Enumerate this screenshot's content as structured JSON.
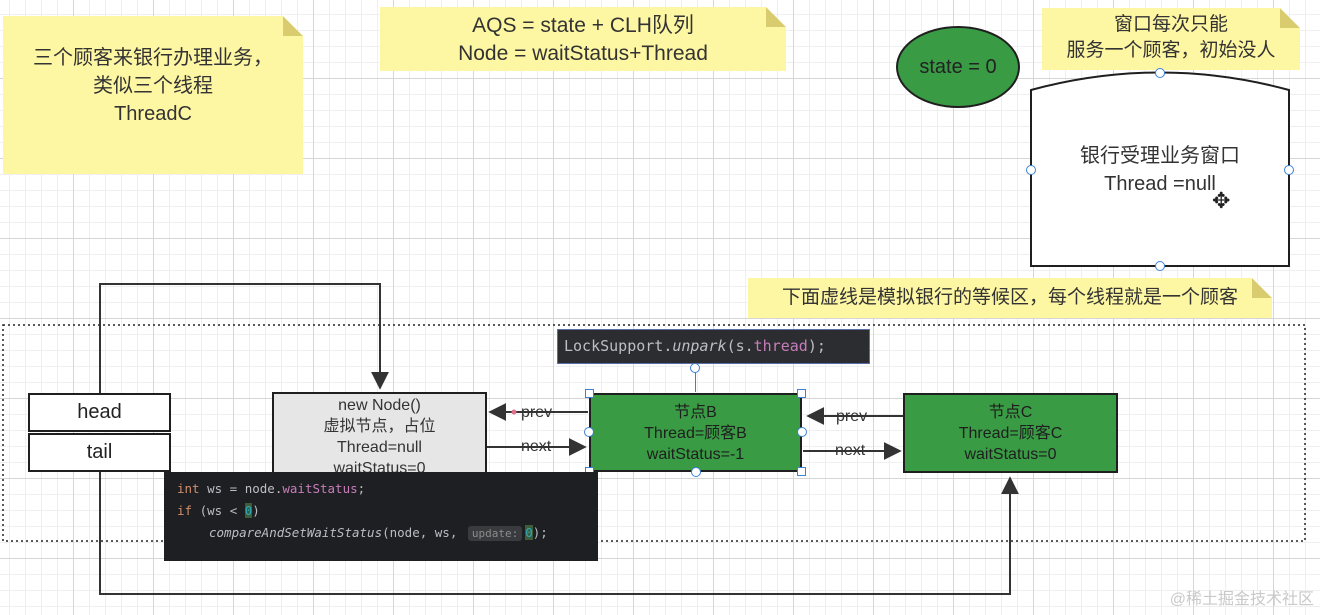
{
  "notes": {
    "customers": [
      "三个顾客来银行办理业务，",
      "类似三个线程",
      "ThreadC"
    ],
    "aqs": [
      "AQS = state + CLH队列",
      "Node = waitStatus+Thread"
    ],
    "window_note": [
      "窗口每次只能",
      "服务一个顾客，初始没人"
    ],
    "waiting_area": "下面虚线是模拟银行的等候区，每个线程就是一个顾客"
  },
  "state_label": "state = 0",
  "bank_window": {
    "line1": "银行受理业务窗口",
    "line2": "Thread =null"
  },
  "head_label": "head",
  "tail_label": "tail",
  "virtual_node": [
    "new Node()",
    "虚拟节点，占位",
    "Thread=null",
    "waitStatus=0"
  ],
  "node_b": [
    "节点B",
    "Thread=顾客B",
    "waitStatus=-1"
  ],
  "node_c": [
    "节点C",
    "Thread=顾客C",
    "waitStatus=0"
  ],
  "edge_labels": {
    "prev": "prev",
    "next": "next"
  },
  "code_unpark": {
    "prefix": "LockSupport.",
    "method": "unpark",
    "arg_open": "(s.",
    "field": "thread",
    "suffix": ");"
  },
  "code_block": {
    "l1_kw": "int",
    "l1_rest": " ws = node.",
    "l1_field": "waitStatus",
    "l1_end": ";",
    "l2_kw": "if",
    "l2_rest": " (ws < ",
    "l2_zero": "0",
    "l2_end": ")",
    "l3_call": "compareAndSetWaitStatus",
    "l3_args": "(node, ws, ",
    "l3_hint": "update:",
    "l3_zero": "0",
    "l3_end": ");"
  },
  "watermark": "@稀土掘金技术社区",
  "colors": {
    "node_green": "#3a9b45",
    "note_yellow": "#fdf6a3",
    "selection_blue": "#3b82d6"
  }
}
